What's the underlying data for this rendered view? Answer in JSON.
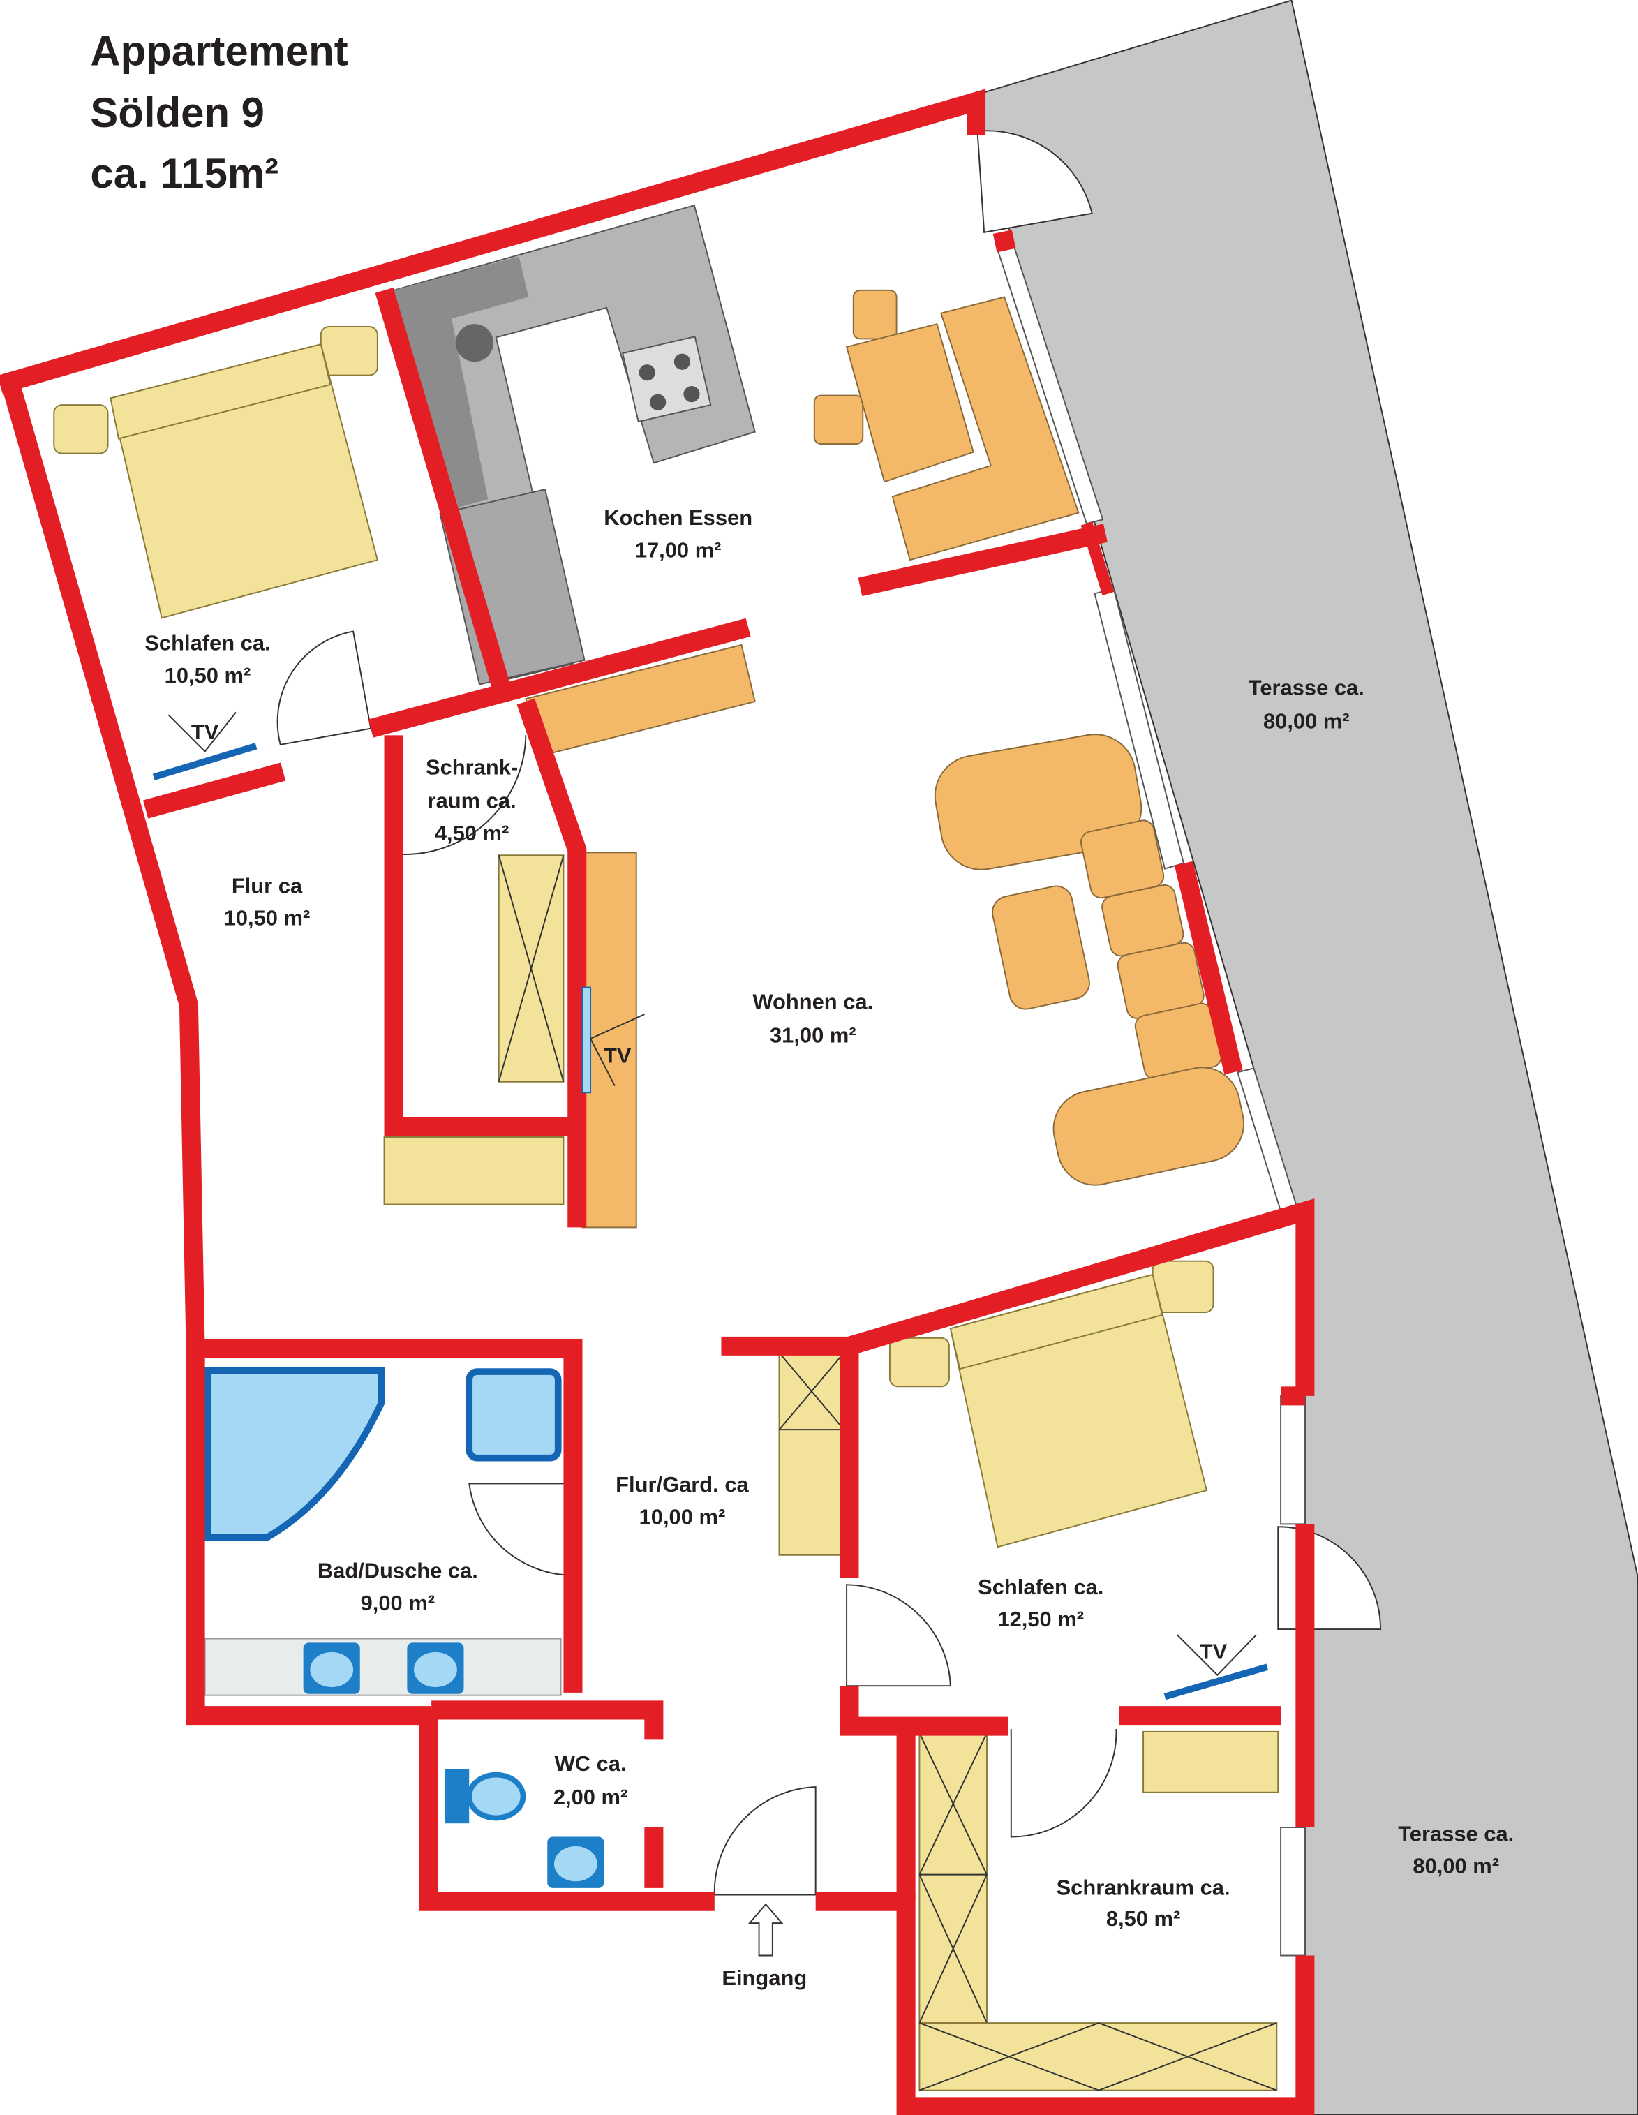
{
  "title": {
    "line1": "Appartement",
    "line2": "Sölden 9",
    "line3": "ca. 115m²"
  },
  "rooms": {
    "schlafen1": {
      "name": "Schlafen ca.",
      "area": "10,50 m²"
    },
    "kochen": {
      "name": "Kochen Essen",
      "area": "17,00 m²"
    },
    "schrankraum1": {
      "name1": "Schrank-",
      "name2": "raum ca.",
      "area": "4,50 m²"
    },
    "flur": {
      "name": "Flur ca",
      "area": "10,50 m²"
    },
    "wohnen": {
      "name": "Wohnen ca.",
      "area": "31,00 m²"
    },
    "terrasse1": {
      "name": "Terasse ca.",
      "area": "80,00 m²"
    },
    "terrasse2": {
      "name": "Terasse ca.",
      "area": "80,00 m²"
    },
    "flurgard": {
      "name": "Flur/Gard. ca",
      "area": "10,00 m²"
    },
    "bad": {
      "name": "Bad/Dusche ca.",
      "area": "9,00 m²"
    },
    "schlafen2": {
      "name": "Schlafen ca.",
      "area": "12,50 m²"
    },
    "wc": {
      "name": "WC ca.",
      "area": "2,00 m²"
    },
    "schrankraum2": {
      "name": "Schrankraum ca.",
      "area": "8,50 m²"
    }
  },
  "tv_label": "TV",
  "entrance_label": "Eingang",
  "colors": {
    "wall": "#e31e24",
    "terrace": "#c6c7c7",
    "furniture": "#f4b968",
    "bed": "#f2e29a",
    "sanitary": "#a5d8f5"
  }
}
